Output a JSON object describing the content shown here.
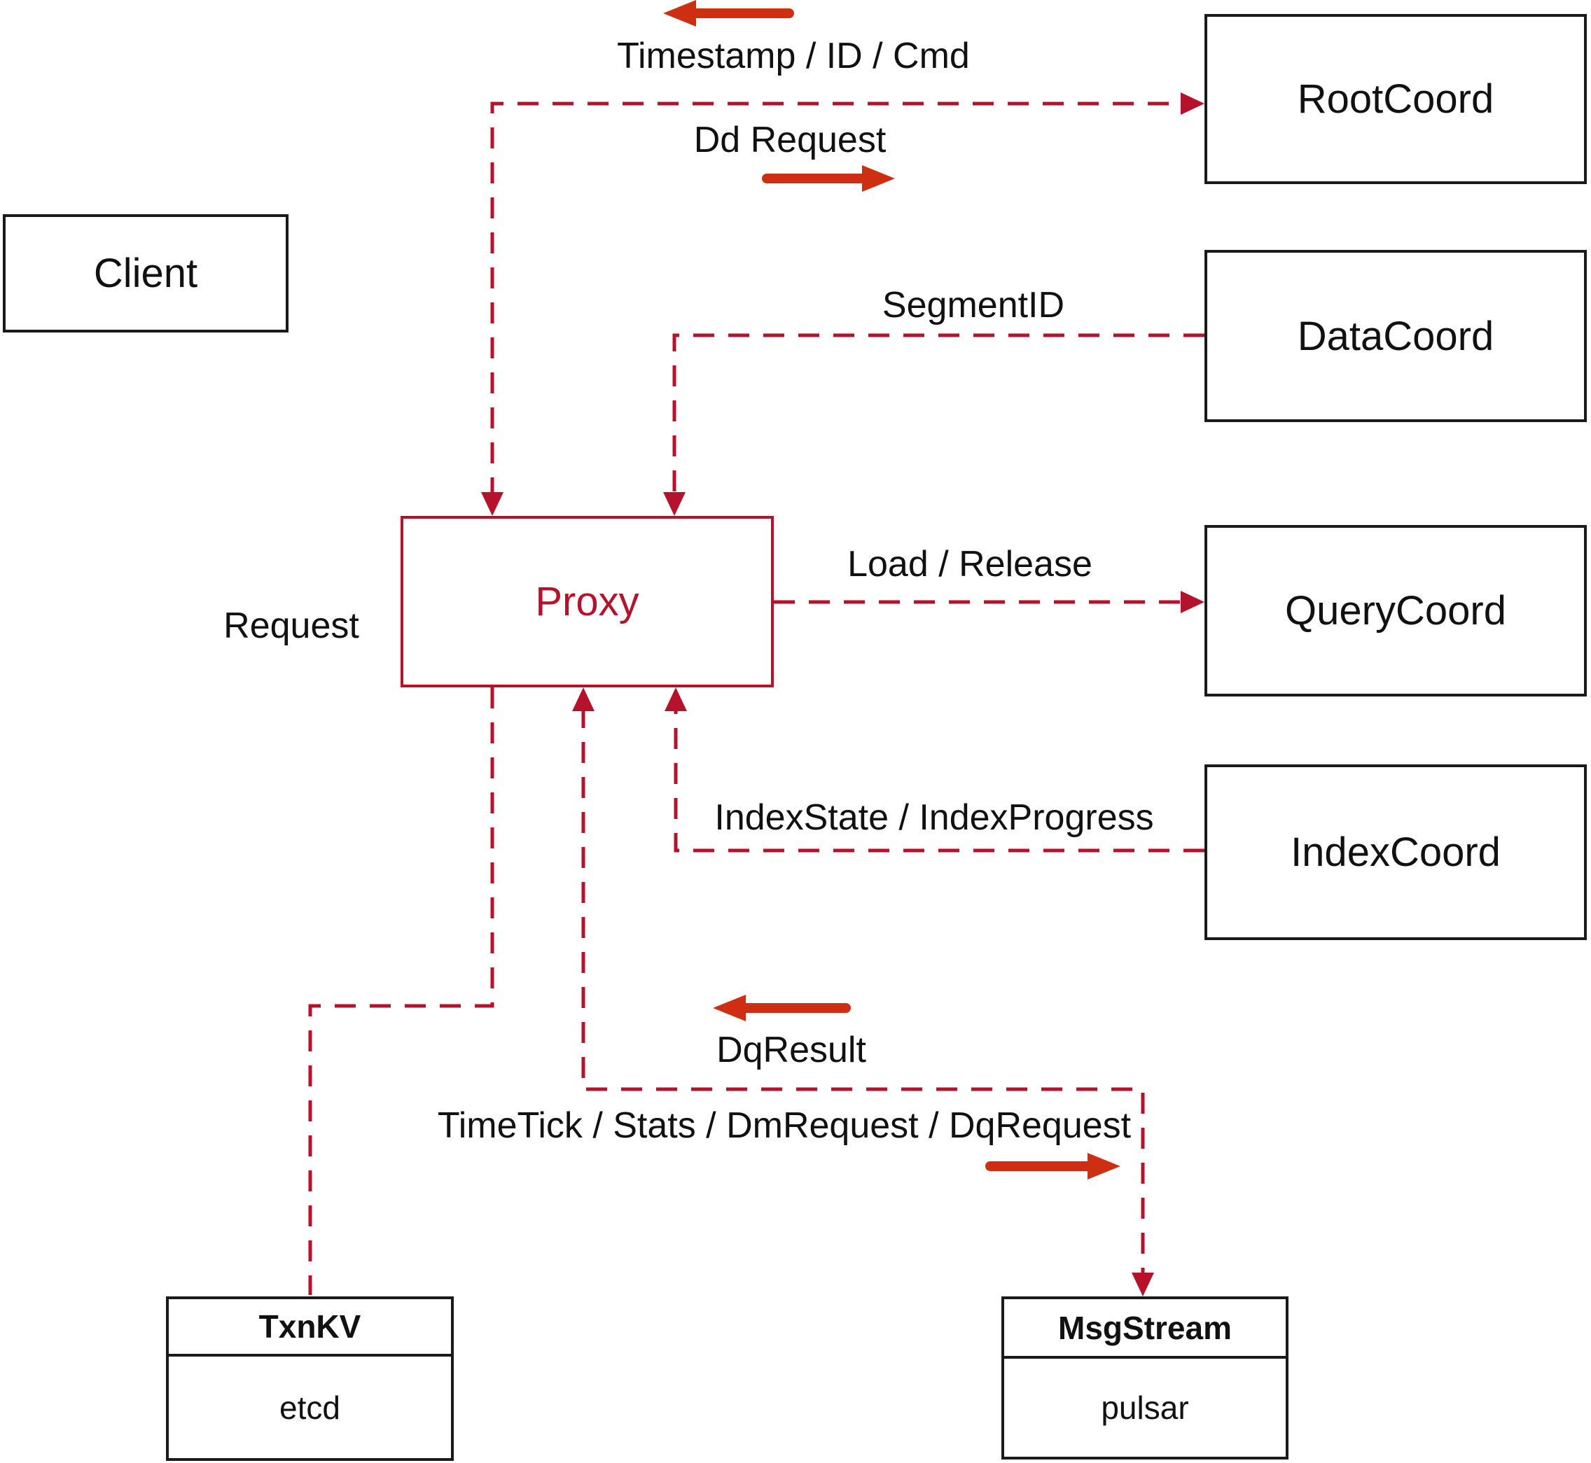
{
  "nodes": {
    "client": {
      "label": "Client"
    },
    "proxy": {
      "label": "Proxy"
    },
    "root_coord": {
      "label": "RootCoord"
    },
    "data_coord": {
      "label": "DataCoord"
    },
    "query_coord": {
      "label": "QueryCoord"
    },
    "index_coord": {
      "label": "IndexCoord"
    },
    "txn_kv": {
      "label": "TxnKV",
      "impl": "etcd"
    },
    "msg_stream": {
      "label": "MsgStream",
      "impl": "pulsar"
    }
  },
  "edges": {
    "timestamp_id_cmd": {
      "label": "Timestamp / ID / Cmd"
    },
    "dd_request": {
      "label": "Dd Request"
    },
    "segment_id": {
      "label": "SegmentID"
    },
    "request": {
      "label": "Request"
    },
    "load_release": {
      "label": "Load / Release"
    },
    "index_state_progress": {
      "label": "IndexState / IndexProgress"
    },
    "dq_result": {
      "label": "DqResult"
    },
    "time_tick": {
      "label": "TimeTick / Stats / DmRequest / DqRequest"
    }
  },
  "colors": {
    "dashed_line": "#b5122c",
    "solid_arrow": "#ce2f12",
    "box_border": "#1a1a1a",
    "text": "#111111",
    "proxy_accent": "#b5122c",
    "background": "#ffffff"
  }
}
